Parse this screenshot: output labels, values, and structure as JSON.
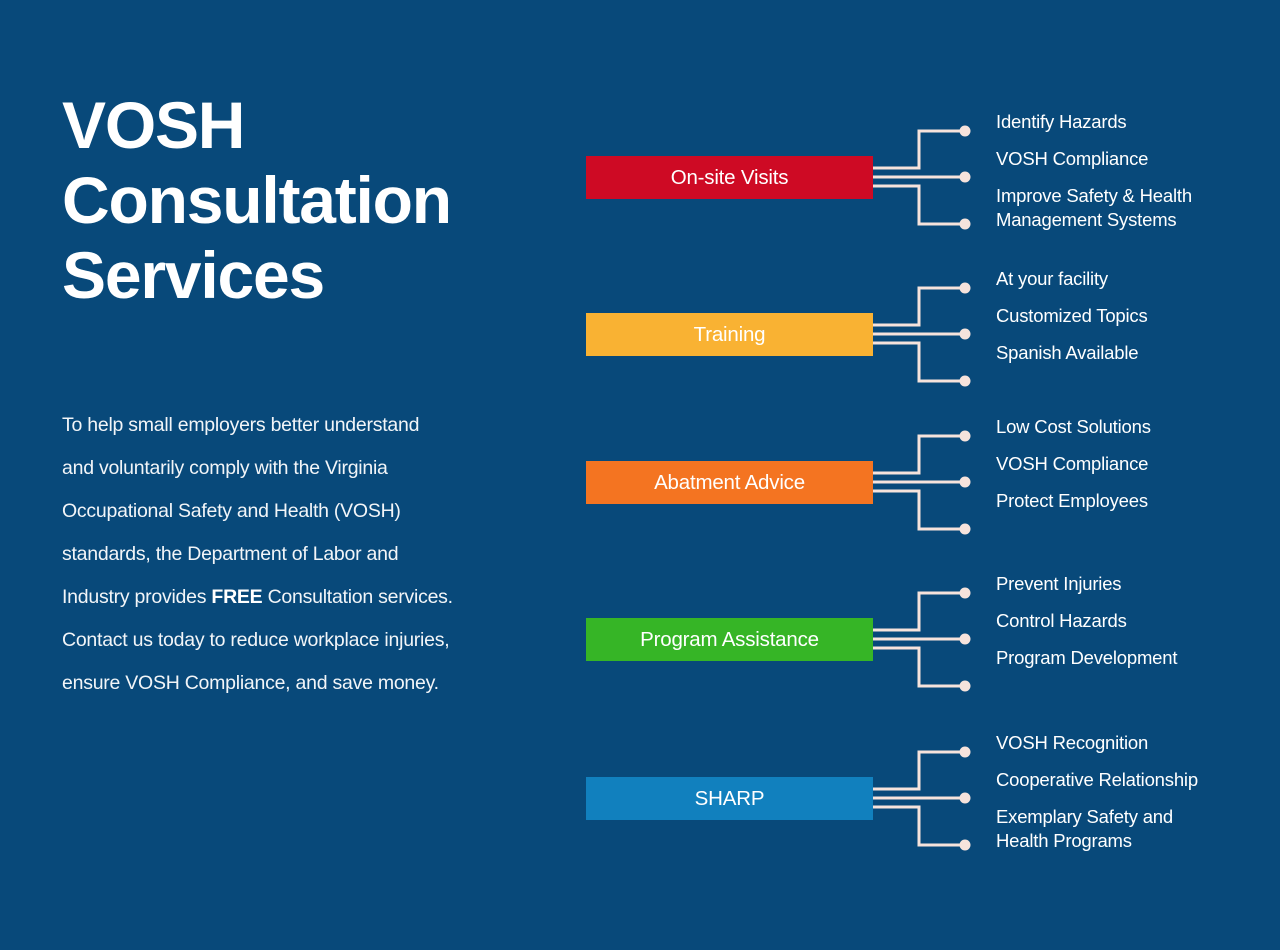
{
  "theme": {
    "background": "#08497a",
    "text_light": "#ffffff",
    "connector_color": "#f6e3dc"
  },
  "header": {
    "title": "VOSH Consultation Services",
    "title_lines": [
      "VOSH",
      "Consultation",
      "Services"
    ]
  },
  "intro": {
    "before_free": "To help small employers better understand and voluntarily comply with the Virginia Occupational Safety and Health (VOSH) standards, the Department of Labor and Industry provides ",
    "free_label": "FREE",
    "after_free": " Consultation services. Contact us today to reduce workplace injuries, ensure VOSH Compliance, and save money.",
    "full_text": "To help small employers better understand and voluntarily comply with the Virginia Occupational Safety and Health (VOSH) standards, the Department of Labor and Industry provides FREE Consultation services. Contact us today to reduce workplace injuries, ensure VOSH Compliance, and save money."
  },
  "services": [
    {
      "label": "On-site Visits",
      "color": "#ce0a24",
      "label_color": "#ffffff",
      "branches": [
        "Identify Hazards",
        "VOSH Compliance",
        "Improve Safety & Health\nManagement Systems"
      ]
    },
    {
      "label": "Training",
      "color": "#f9b233",
      "label_color": "#ffffff",
      "branches": [
        "At your facility",
        "Customized Topics",
        "Spanish Available"
      ]
    },
    {
      "label": "Abatment Advice",
      "color": "#f47421",
      "label_color": "#ffffff",
      "branches": [
        "Low Cost Solutions",
        "VOSH Compliance",
        "Protect Employees"
      ]
    },
    {
      "label": "Program Assistance",
      "color": "#36b526",
      "label_color": "#ffffff",
      "branches": [
        "Prevent Injuries",
        "Control Hazards",
        "Program Development"
      ]
    },
    {
      "label": "SHARP",
      "color": "#1180be",
      "label_color": "#ffffff",
      "branches": [
        "VOSH Recognition",
        "Cooperative Relationship",
        "Exemplary Safety and\nHealth Programs"
      ]
    }
  ]
}
